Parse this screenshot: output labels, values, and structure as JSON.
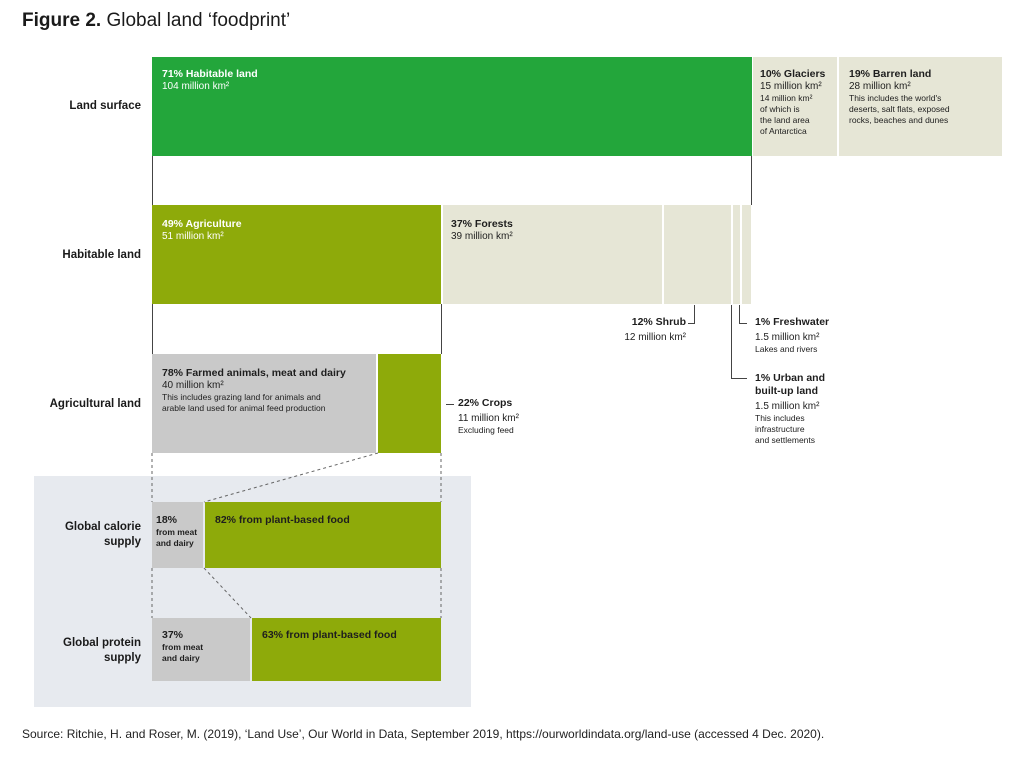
{
  "title": {
    "bold": "Figure 2.",
    "rest": "Global land ‘foodprint’"
  },
  "rows": {
    "land_surface": "Land surface",
    "habitable_land": "Habitable land",
    "agricultural_land": "Agricultural land",
    "calorie_1": "Global calorie",
    "calorie_2": "supply",
    "protein_1": "Global protein",
    "protein_2": "supply"
  },
  "land_surface": {
    "habitable": {
      "head": "71% Habitable land",
      "sub": "104 million km²",
      "share": 71
    },
    "glaciers": {
      "head": "10% Glaciers",
      "sub": "15 million km²",
      "note_1": "14 million km²",
      "note_2": "of which is",
      "note_3": "the land area",
      "note_4": "of Antarctica",
      "share": 10
    },
    "barren": {
      "head": "19% Barren land",
      "sub": "28 million km²",
      "note_1": "This includes the world's",
      "note_2": "deserts, salt flats, exposed",
      "note_3": "rocks, beaches and dunes",
      "share": 19
    }
  },
  "habitable_land": {
    "agriculture": {
      "head": "49% Agriculture",
      "sub": "51 million km²",
      "share": 49
    },
    "forests": {
      "head": "37% Forests",
      "sub": "39 million km²",
      "share": 37
    },
    "shrub": {
      "head": "12% Shrub",
      "sub": "12 million km²",
      "share": 12
    },
    "freshwater": {
      "head": "1% Freshwater",
      "sub": "1.5 million km²",
      "note": "Lakes and rivers",
      "share": 1
    },
    "urban": {
      "head_1": "1% Urban and",
      "head_2": "built-up land",
      "sub": "1.5 million km²",
      "note_1": "This includes",
      "note_2": "infrastructure",
      "note_3": "and settlements",
      "share": 1
    }
  },
  "agricultural_land": {
    "animals": {
      "head": "78% Farmed animals, meat and dairy",
      "sub": "40 million km²",
      "note_1": "This includes grazing land for animals and",
      "note_2": "arable land used for animal feed production",
      "share": 78
    },
    "crops": {
      "head": "22% Crops",
      "sub": "11 million km²",
      "note": "Excluding feed",
      "share": 22
    }
  },
  "calorie": {
    "meat": {
      "head": "18%",
      "note_1": "from meat",
      "note_2": "and dairy",
      "share": 18
    },
    "plant": {
      "head": "82% from plant-based food",
      "share": 82
    }
  },
  "protein": {
    "meat": {
      "head": "37%",
      "note_1": "from meat",
      "note_2": "and dairy",
      "share": 37
    },
    "plant": {
      "head": "63% from plant-based food",
      "share": 63
    }
  },
  "colors": {
    "green": "#23a63b",
    "olive": "#8eaa0a",
    "beige": "#e6e6d6",
    "gray": "#c9c9c9",
    "panel": "#e7eaef"
  },
  "source": "Source: Ritchie, H. and Roser, M. (2019), ‘Land Use’, Our World in Data, September 2019, https://ourworldindata.org/land-use (accessed 4 Dec. 2020)."
}
